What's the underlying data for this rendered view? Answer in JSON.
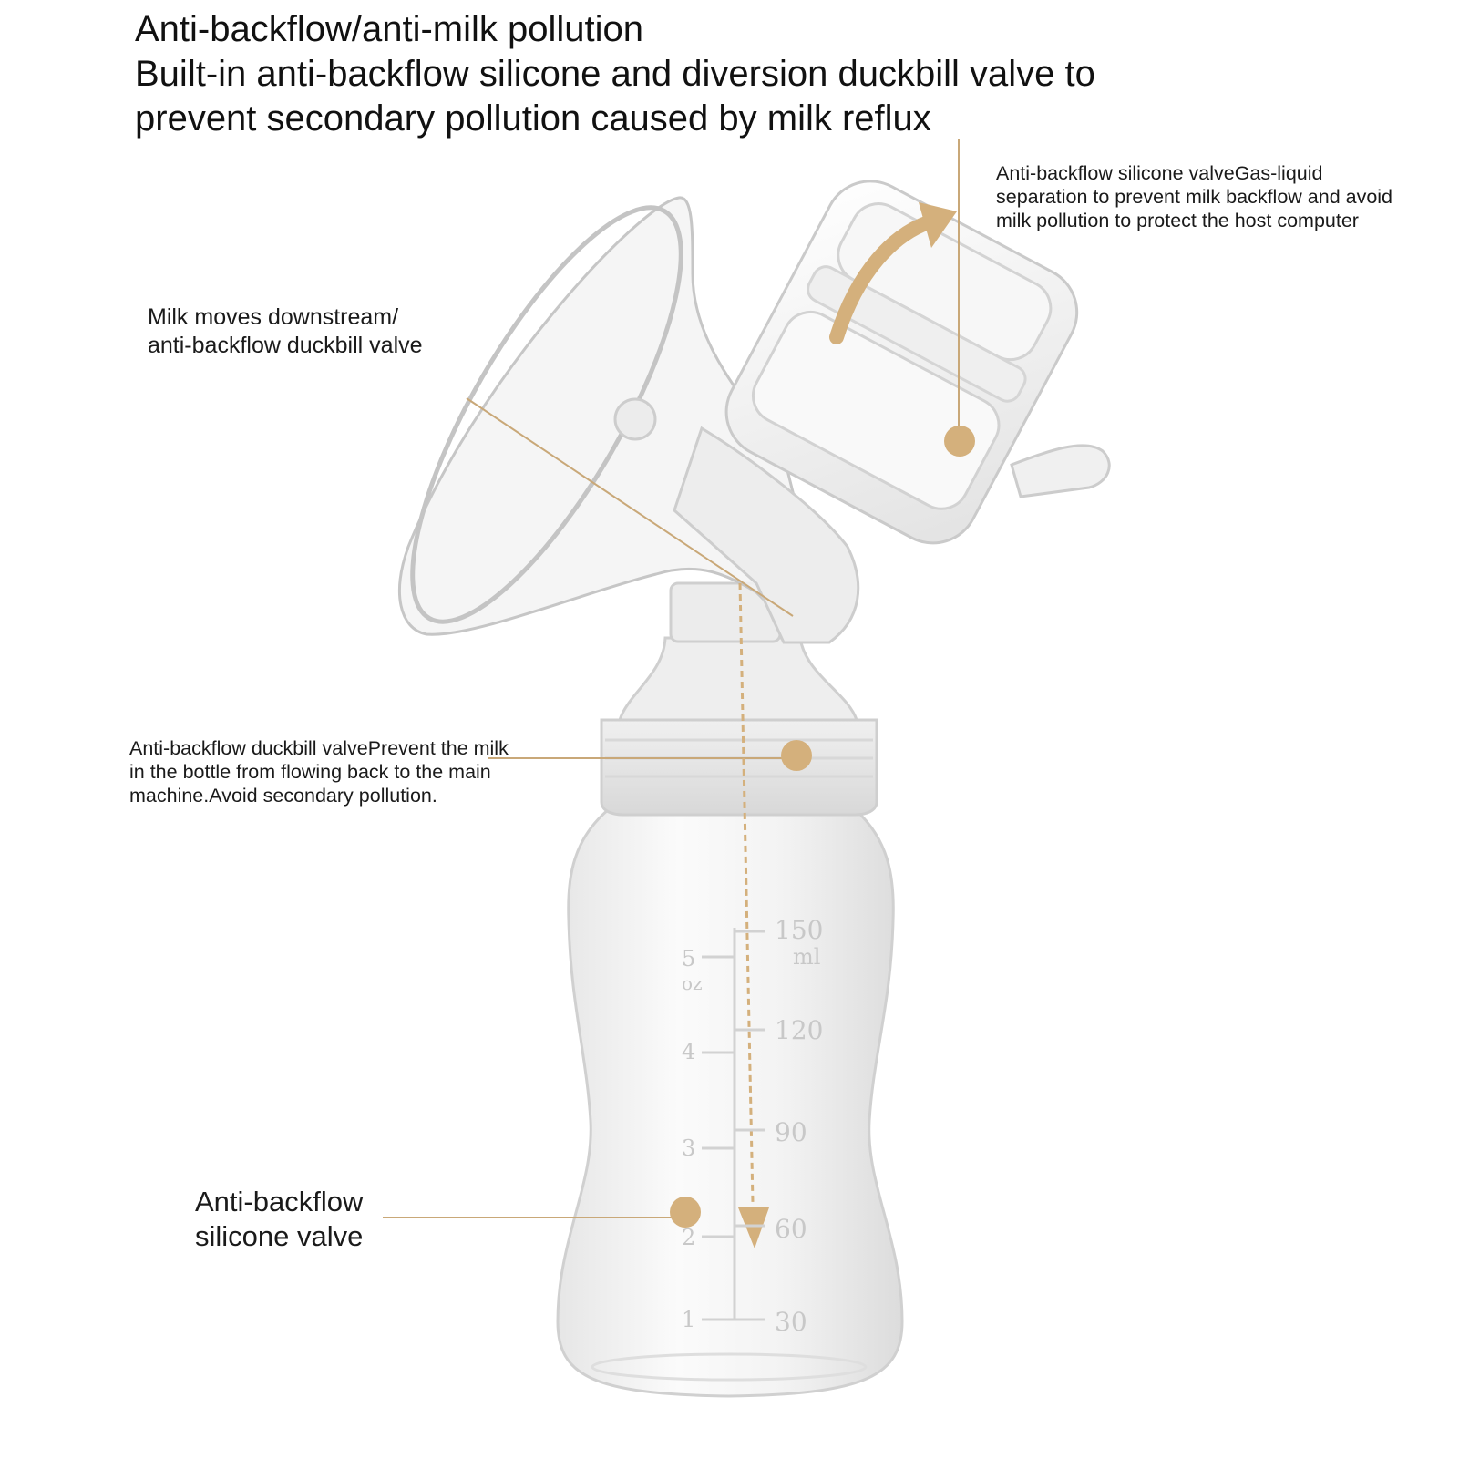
{
  "headline": {
    "line1": "Anti-backflow/anti-milk pollution",
    "line2": "Built-in anti-backflow silicone and diversion duckbill valve to",
    "line3": "prevent secondary pollution caused by milk reflux"
  },
  "callouts": {
    "top_right": "Anti-backflow silicone valveGas-liquid separation to prevent milk backflow and avoid milk pollution to protect the host computer",
    "milk_line1": "Milk moves downstream/",
    "milk_line2": "anti-backflow duckbill valve",
    "duckbill": "Anti-backflow duckbill valvePrevent the milk in the bottle from flowing back to the main machine.Avoid secondary pollution.",
    "silicone_line1": "Anti-backflow",
    "silicone_line2": "silicone valve"
  },
  "scale": {
    "ml_labels": [
      "150",
      "120",
      "90",
      "60",
      "30"
    ],
    "ml_unit": "ml",
    "oz_labels": [
      "5",
      "4",
      "3",
      "2",
      "1"
    ],
    "oz_unit": "oz"
  },
  "colors": {
    "accent": "#d4b07c",
    "leader_line": "#c9a878",
    "plastic_stroke": "#d2d2d2",
    "plastic_fill": "#f4f4f4"
  }
}
